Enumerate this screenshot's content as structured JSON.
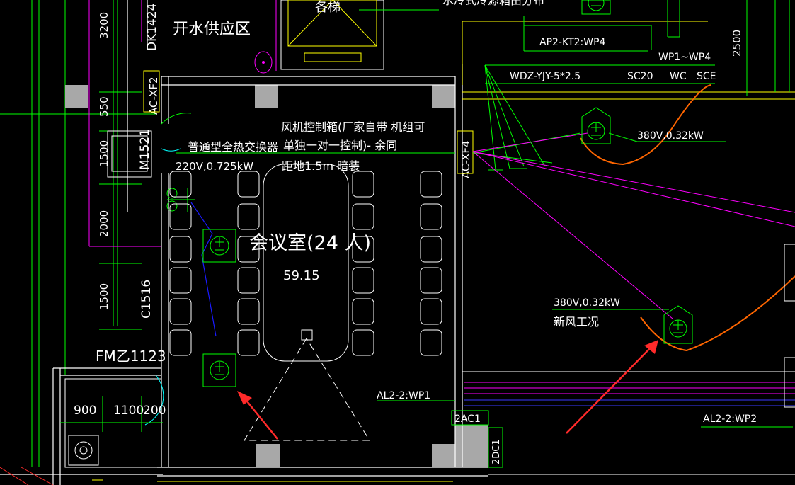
{
  "drawing": {
    "background": "#000000",
    "colors": {
      "wall": "#ffffff",
      "green": "#00ff00",
      "magenta": "#ff00ff",
      "yellow": "#ffff00",
      "orange": "#ff6600",
      "red_arrow": "#ff2a2a",
      "blue": "#1a1aff",
      "grey_column": "#a8a8a8",
      "text": "#ffffff"
    },
    "labels": {
      "room_top": "开水供应区",
      "dk_code": "DK1424",
      "dim_3200": "3200",
      "dim_550": "550",
      "dim_1500a": "1500",
      "dim_2000": "2000",
      "dim_1500b": "1500",
      "ac_xf2": "AC-XF2",
      "m1521": "M1521",
      "c1516": "C1516",
      "fm_code": "FM乙1123",
      "dim_900": "900",
      "dim_1100": "1100",
      "dim_200": "200",
      "heat_exchanger": "普通型全热交换器",
      "heat_power": "220V,0.725kW",
      "fan_box_1": "风机控制箱(厂家自带  机组可",
      "fan_box_2": "单独一对一控制)- 余同",
      "fan_box_3": "距地1.5m   暗装",
      "room_name": "会议室(24 人)",
      "room_area": "59.15",
      "ac_xf4": "AC-XF4",
      "ap2": "AP2-KT2:WP4",
      "wp_range": "WP1~WP4",
      "cable_spec": "WDZ-YJY-5*2.5",
      "sc20": "SC20",
      "wc": "WC",
      "sce": "SCE",
      "dim_2500": "2500",
      "power_right": "380V,0.32kW",
      "power_lower": "380V,0.32kW",
      "fresh_air": "新风工况",
      "al2_wp1": "AL2-2:WP1",
      "al2_wp2": "AL2-2:WP2",
      "ac1": "2AC1",
      "dc1": "2DC1",
      "top_partial": "各梯",
      "top_right_partial": "水冷式冷源箱由分布"
    },
    "fan_symbol": "⊕"
  }
}
